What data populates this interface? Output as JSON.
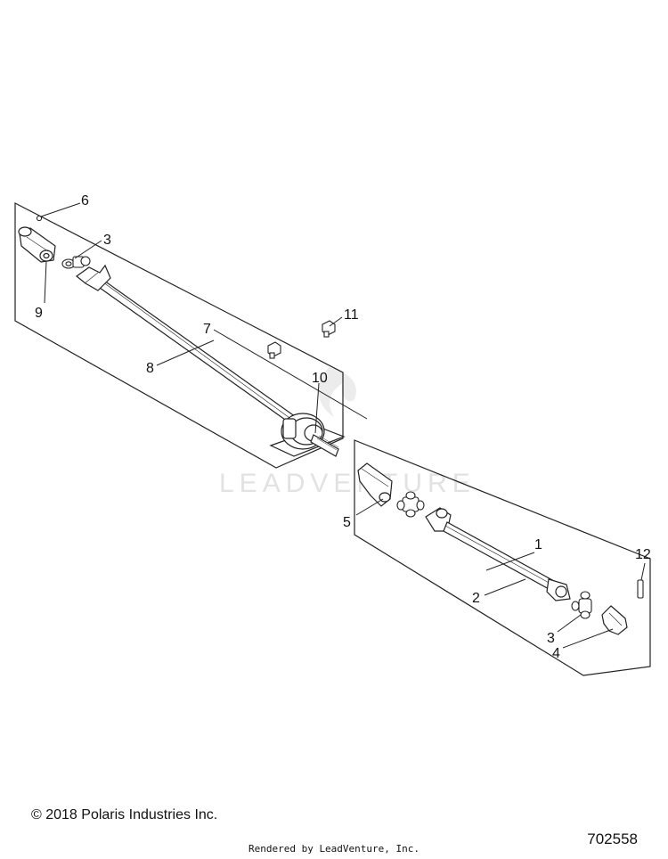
{
  "watermark": "LEADVENTURE",
  "callouts": [
    {
      "id": "c6",
      "label": "6"
    },
    {
      "id": "c3a",
      "label": "3"
    },
    {
      "id": "c9",
      "label": "9"
    },
    {
      "id": "c7",
      "label": "7"
    },
    {
      "id": "c11",
      "label": "11"
    },
    {
      "id": "c8",
      "label": "8"
    },
    {
      "id": "c10",
      "label": "10"
    },
    {
      "id": "c5",
      "label": "5"
    },
    {
      "id": "c1",
      "label": "1"
    },
    {
      "id": "c12",
      "label": "12"
    },
    {
      "id": "c2",
      "label": "2"
    },
    {
      "id": "c3b",
      "label": "3"
    },
    {
      "id": "c4",
      "label": "4"
    }
  ],
  "footer": {
    "copyright": "© 2018 Polaris Industries Inc.",
    "rendered_by": "Rendered by LeadVenture, Inc.",
    "diagram_number": "702558"
  }
}
